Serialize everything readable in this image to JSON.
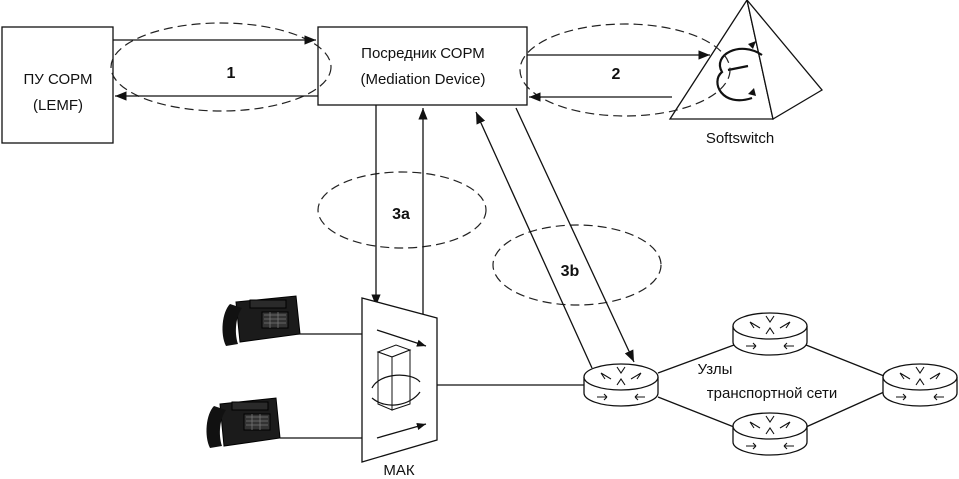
{
  "nodes": {
    "lemf": {
      "line1": "ПУ СОРМ",
      "line2": "(LEMF)"
    },
    "mediation": {
      "line1": "Посредник СОРМ",
      "line2": "(Mediation Device)"
    },
    "softswitch": {
      "label": "Softswitch"
    },
    "mak": {
      "label": "МАК"
    },
    "transport": {
      "line1": "Узлы",
      "line2": "транспортной сети"
    }
  },
  "interfaces": {
    "i1": "1",
    "i2": "2",
    "i3a": "3a",
    "i3b": "3b"
  },
  "icons": {
    "phone": "telephone-icon",
    "router": "router-icon",
    "switch": "softswitch-pyramid-icon"
  }
}
